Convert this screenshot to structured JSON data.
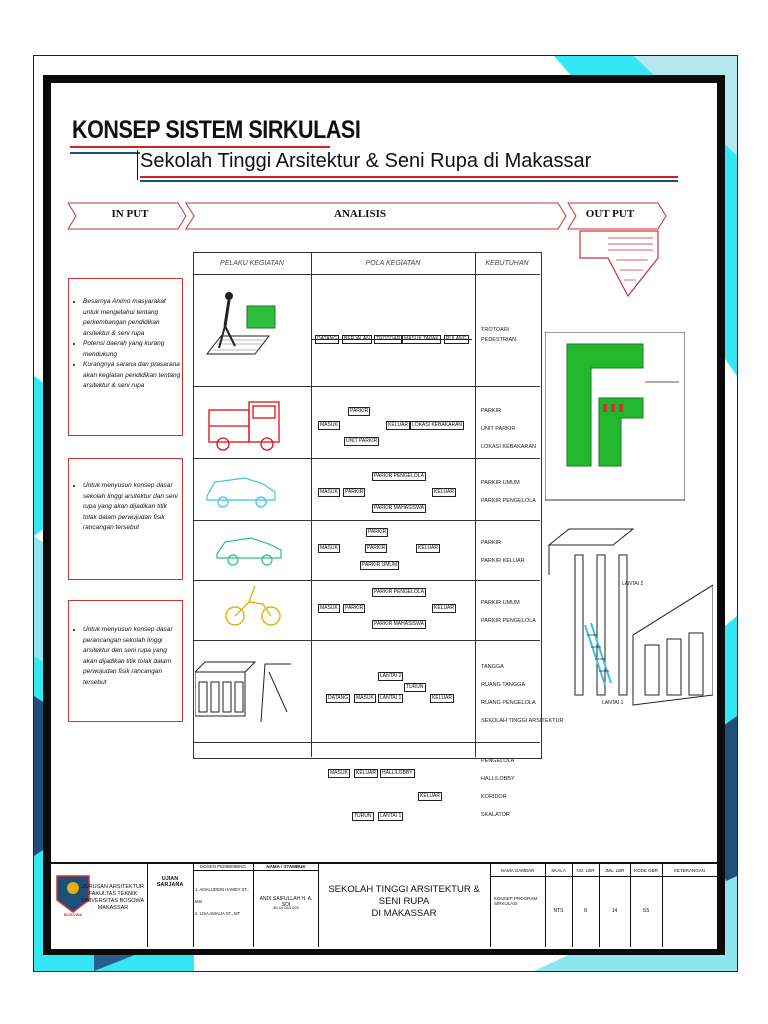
{
  "title": "KONSEP SISTEM SIRKULASI",
  "subtitle": "Sekolah Tinggi Arsitektur & Seni Rupa di Makassar",
  "sections": {
    "input": "IN PUT",
    "analysis": "ANALISIS",
    "output": "OUT PUT"
  },
  "table_headers": [
    "PELAKU KEGIATAN",
    "POLA KEGIATAN",
    "KEBUTUHAN"
  ],
  "rows": [
    {
      "output": [
        "TROTOAR/",
        "PEDESTRIAN"
      ]
    },
    {
      "output": [
        "PARKIR",
        "UNIT PARKIR",
        "LOKASI KEBAKARAN"
      ]
    },
    {
      "output": [
        "PARKIR UMUM",
        "PARKIR PENGELOLA"
      ]
    },
    {
      "output": [
        "PARKIR",
        "PARKIR KELUAR"
      ]
    },
    {
      "output": [
        "PARKIR UMUM",
        "PARKIR PENGELOLA"
      ]
    },
    {
      "output": [
        "TANGGA",
        "RUANG TANGGA",
        "RUANG PENGELOLA",
        "SEKOLAH TINGGI ARSITEKTUR"
      ]
    },
    {
      "output": [
        "PENGELOLA",
        "HALL/LOBBY",
        "KORIDOR",
        "SKALATOR"
      ]
    }
  ],
  "flow": {
    "r1": [
      "DATANG",
      "BERJALAN",
      "TROTOAR",
      "MASUK TAPAK",
      "PULANG"
    ],
    "r2": [
      "MASUK",
      "PARKIR",
      "UNIT PARKIR",
      "KELUAR",
      "LOKASI KEBAKARAN"
    ],
    "r3": [
      "MASUK",
      "PARKIR",
      "PARKIR PENGELOLA",
      "PARKIR MAHASISWA",
      "KELUAR"
    ],
    "r4": [
      "MASUK",
      "PARKIR",
      "PARKIR UMUM",
      "KELUAR",
      "PARKIR"
    ],
    "r5": [
      "MASUK",
      "PARKIR",
      "PARKIR PENGELOLA",
      "PARKIR MAHASISWA",
      "KELUAR"
    ],
    "r6": [
      "DATANG",
      "MASUK",
      "LANTAI 2",
      "TURUN",
      "LANTAI 1",
      "KELUAR"
    ],
    "r7": [
      "MASUK",
      "KELUAR",
      "HALL/LOBBY",
      "KELUAR",
      "TURUN",
      "LANTAI 1"
    ]
  },
  "notes": [
    {
      "items": [
        "Besarnya Animo masyarakat untuk mengetahui tentang perkembangan pendidikan arsitektur & seni rupa",
        "Potensi daerah yang kurang mendukung",
        "Kurangnya sarana dan prasarana akan kegiatan pendidikan tentang arsitektur & seni rupa"
      ]
    },
    {
      "items": [
        "Untuk menyusun konsep dasar sekolah tinggi arsitektur dan seni rupa yang akan dijadikan titik tolak dalam perwujudan fisik rancangan tersebut"
      ]
    },
    {
      "items": [
        "Untuk menyusun konsep dasar perancangan sekolah tinggi arsitektur dan seni rupa yang akan dijadikan titik tolak dalam perwujudan fisik rancangan tersebut"
      ]
    }
  ],
  "diagram_labels": {
    "lantai2": "LANTAI 2",
    "lantai1": "LANTAI 1"
  },
  "title_block": {
    "institution": [
      "JURUSAN ARSITEKTUR",
      "FAKULTAS TEKNIK",
      "UNIVERSITAS BOSOWA",
      "MAKASSAR"
    ],
    "logo_text": "BOSOWA",
    "ujian": "UJIAN SARJANA",
    "dosen_header": "DOSEN PEMBIMBING",
    "dosen": [
      "1. AMALUDDIN HAMDY ST., MSi",
      "2. LISA AMALIA ST., MT"
    ],
    "nama_header": "NAMA / STAMBUK",
    "nama": "ANDI SAIFULLAH H. A. SOI",
    "stambuk": "45 10 043 003",
    "project": [
      "SEKOLAH TINGGI ARSITEKTUR & SENI RUPA",
      "DI MAKASSAR"
    ],
    "headers": [
      "NAMA GAMBAR",
      "SKALA",
      "NO. LBR",
      "JML. LBR",
      "KODE GBR",
      "KETERANGAN"
    ],
    "values": [
      "KONSEP PROGRAM SIRKULASI",
      "NTS",
      "8",
      "14",
      "SS",
      ""
    ]
  },
  "colors": {
    "cyan": "#35e6f4",
    "teal": "#6fd0e0",
    "navy": "#1e4f7a",
    "red": "#d42020",
    "black": "#0b0b0b"
  }
}
